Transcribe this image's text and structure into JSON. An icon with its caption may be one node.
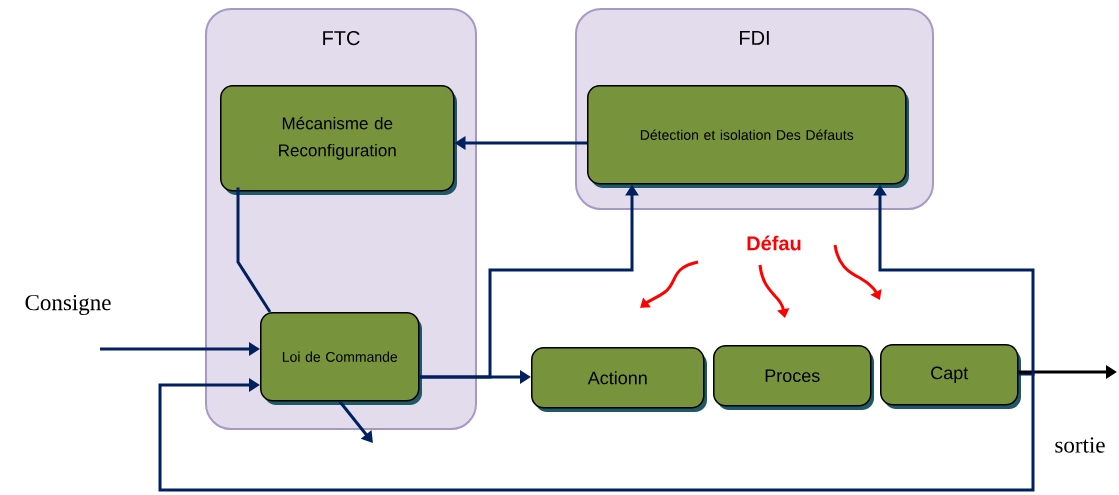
{
  "diagram": {
    "nodes": [
      {
        "text": [
          "FTC"
        ]
      },
      {
        "text": [
          "Mécanisme de Reconfiguration"
        ],
        "in": 0
      },
      {
        "text": [
          "Loi de Commande"
        ],
        "in": 0
      },
      {
        "text": [
          "FDI"
        ]
      },
      {
        "text": [
          "Détection et isolation Des Défauts"
        ],
        "in": 3
      },
      {
        "text": [
          "Actionn"
        ]
      },
      {
        "text": [
          "Proces"
        ]
      },
      {
        "text": [
          "Capt"
        ]
      }
    ],
    "edges": [
      {
        "from": 4,
        "to": 1,
        "arrow": "to"
      },
      {
        "from": 1,
        "to": 2,
        "arrow": "none"
      },
      {
        "from": null,
        "to": 2,
        "arrow": "to"
      },
      {
        "from": 7,
        "to": 2,
        "arrow": "to"
      },
      {
        "from": 7,
        "to": 4,
        "arrow": "to"
      },
      {
        "from": 2,
        "to": 5,
        "arrow": "to"
      },
      {
        "from": 2,
        "to": 4,
        "arrow": "to"
      },
      {
        "from": 7,
        "to": null,
        "arrow": "to",
        "color": "#000000"
      },
      {
        "from": 2,
        "to": null,
        "arrow": "to"
      }
    ],
    "labels": [
      "Consigne",
      "Défau",
      "sortie"
    ]
  }
}
